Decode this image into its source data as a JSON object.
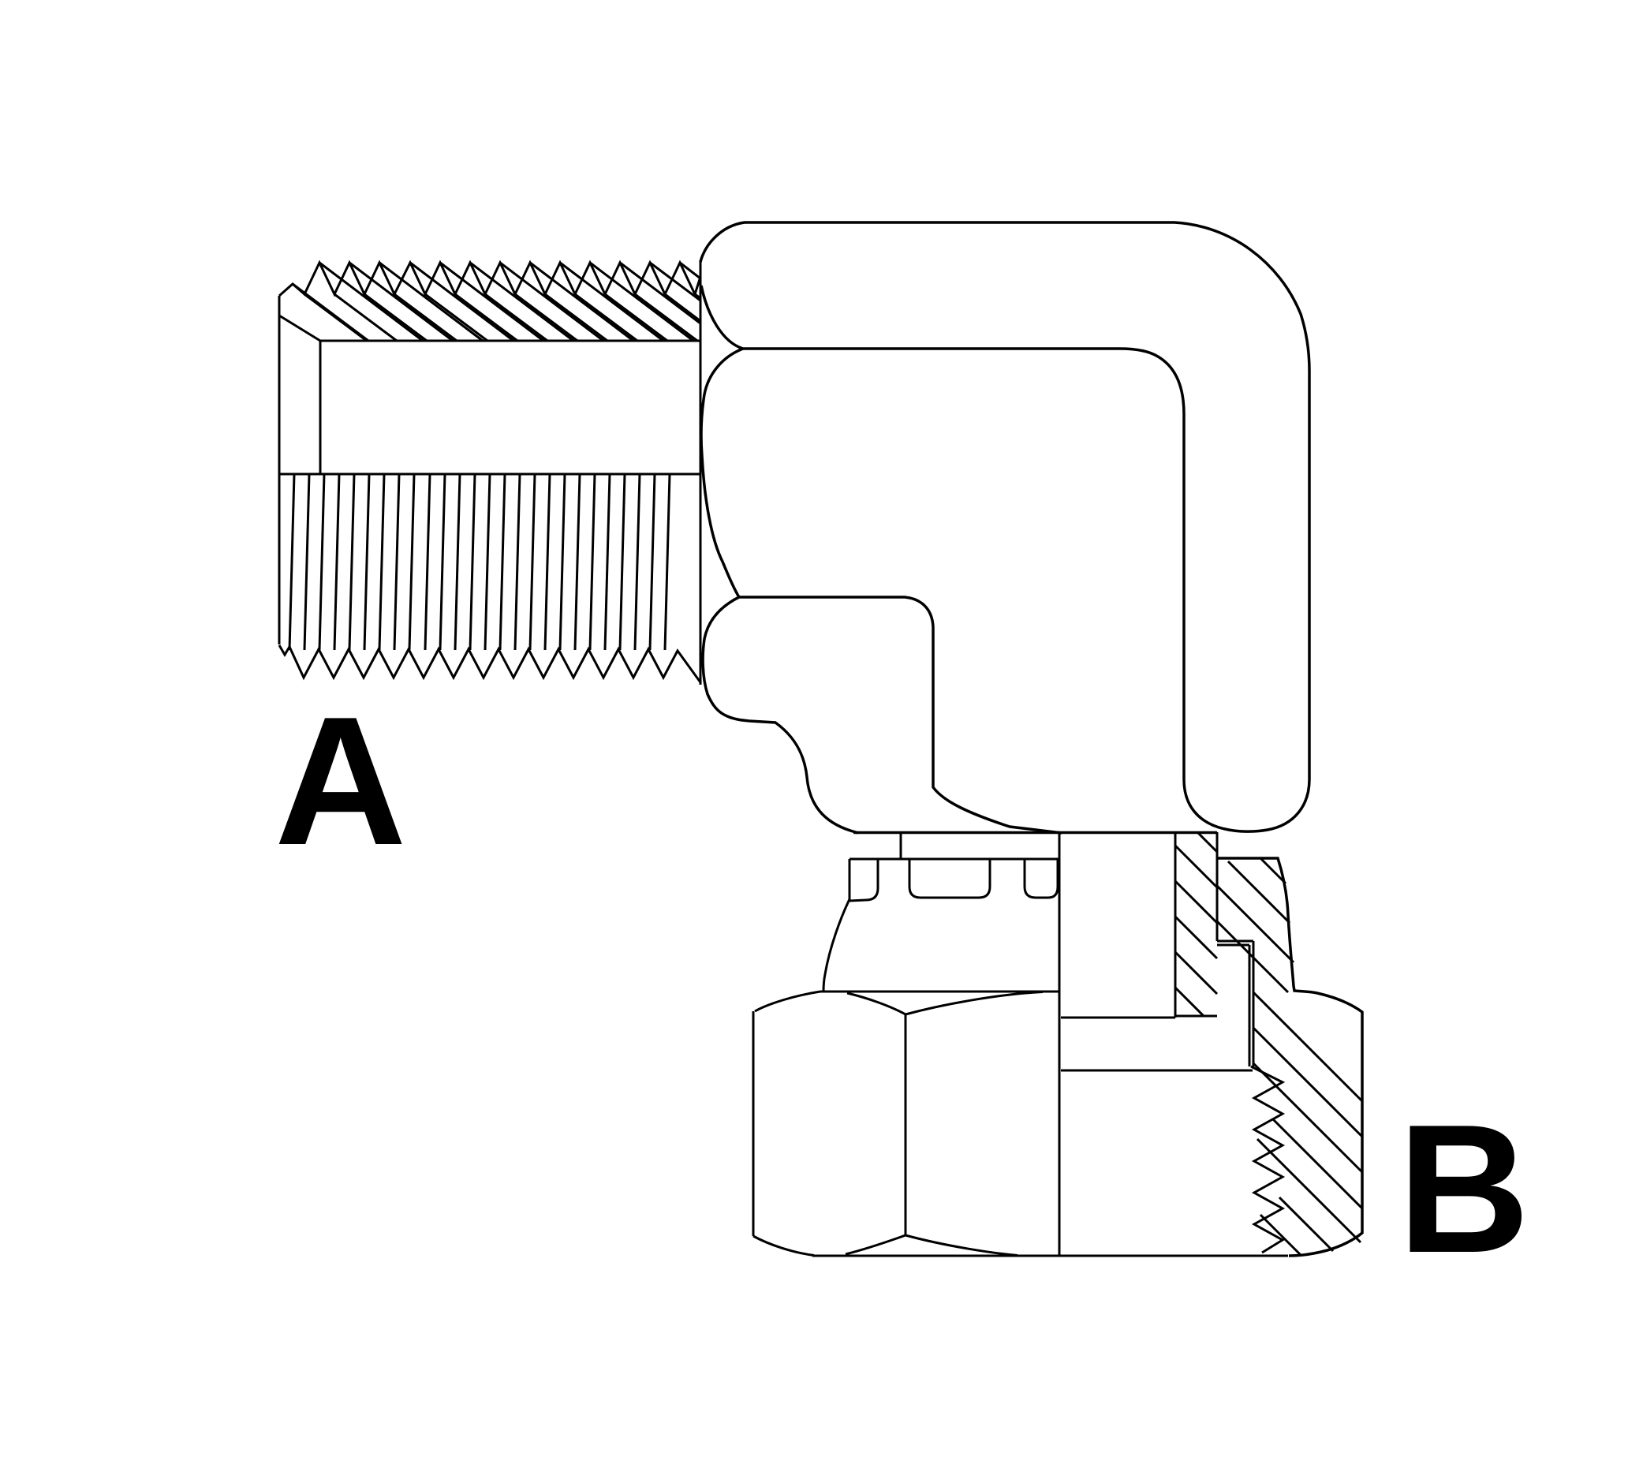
{
  "figure": {
    "kind": "technical-line-drawing",
    "description": "90 degree elbow adapter fitting, male tapered pipe thread to female swivel hex nut, partial section view with hatching",
    "ports": [
      {
        "id": "A",
        "label": "A",
        "type": "male-tapered-pipe-thread",
        "orientation": "horizontal-left"
      },
      {
        "id": "B",
        "label": "B",
        "type": "female-swivel-hex-nut",
        "orientation": "vertical-bottom"
      }
    ],
    "labels": {
      "port_a": "A",
      "port_b": "B"
    },
    "colors": {
      "line": "#000000",
      "background": "#ffffff",
      "label_text": "#000000"
    }
  }
}
